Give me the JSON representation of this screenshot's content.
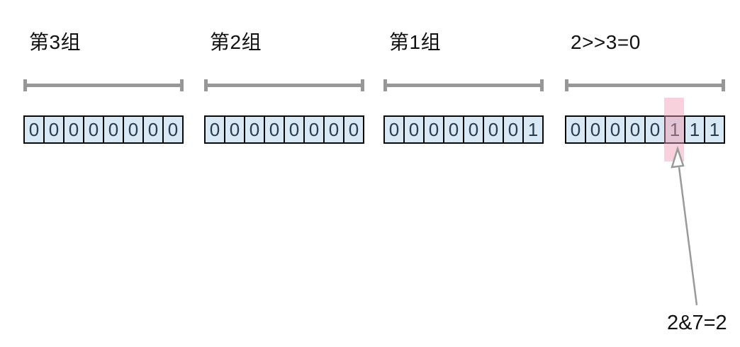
{
  "title": "bit-groups-diagram",
  "groups": [
    {
      "label": "第3组",
      "bits": [
        "0",
        "0",
        "0",
        "0",
        "0",
        "0",
        "0",
        "0"
      ]
    },
    {
      "label": "第2组",
      "bits": [
        "0",
        "0",
        "0",
        "0",
        "0",
        "0",
        "0",
        "0"
      ]
    },
    {
      "label": "第1组",
      "bits": [
        "0",
        "0",
        "0",
        "0",
        "0",
        "0",
        "0",
        "1"
      ]
    },
    {
      "label": "2>>3=0",
      "bits": [
        "0",
        "0",
        "0",
        "0",
        "0",
        "1",
        "1",
        "1"
      ],
      "highlight_bit_index": 5
    }
  ],
  "annotation": {
    "text": "2&7=2",
    "points_to": "highlighted-bit"
  },
  "colors": {
    "cell_fill": "#d9e8f5",
    "cell_border": "#0a0a0a",
    "digit": "#2a3b4d",
    "bracket": "#979797",
    "arrow": "#9a9a9a",
    "highlight": "rgba(238,153,176,0.45)",
    "label": "#111111",
    "background": "#ffffff"
  }
}
